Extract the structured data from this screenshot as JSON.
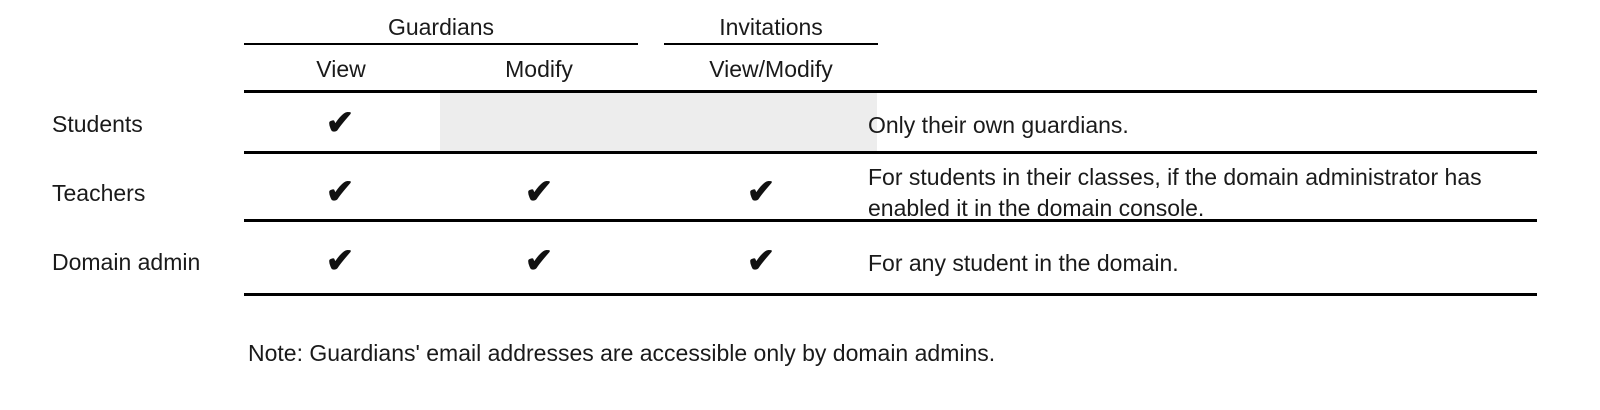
{
  "table": {
    "column_groups": [
      {
        "label": "Guardians",
        "span": 2
      },
      {
        "label": "Invitations",
        "span": 1
      }
    ],
    "columns": [
      {
        "label": "View"
      },
      {
        "label": "Modify"
      },
      {
        "label": "View/Modify"
      }
    ],
    "row_header_label": "",
    "rows": [
      {
        "label": "Students",
        "guardians_view": "✔",
        "guardians_modify": "",
        "guardians_modify_state": "disabled",
        "invitations_view_modify": "",
        "description": "Only their own guardians."
      },
      {
        "label": "Teachers",
        "guardians_view": "✔",
        "guardians_modify": "✔",
        "guardians_modify_state": "enabled",
        "invitations_view_modify": "✔",
        "description": "For students in their classes, if the domain administrator has enabled it in the domain console."
      },
      {
        "label": "Domain admin",
        "guardians_view": "✔",
        "guardians_modify": "✔",
        "guardians_modify_state": "enabled",
        "invitations_view_modify": "✔",
        "description": "For any student in the domain."
      }
    ]
  },
  "note": "Note: Guardians' email addresses are accessible only by domain admins.",
  "colors": {
    "text": "#1a1a1a",
    "rule": "#000000",
    "shaded_cell": "#ededed",
    "background": "#ffffff",
    "check": "#111111"
  }
}
